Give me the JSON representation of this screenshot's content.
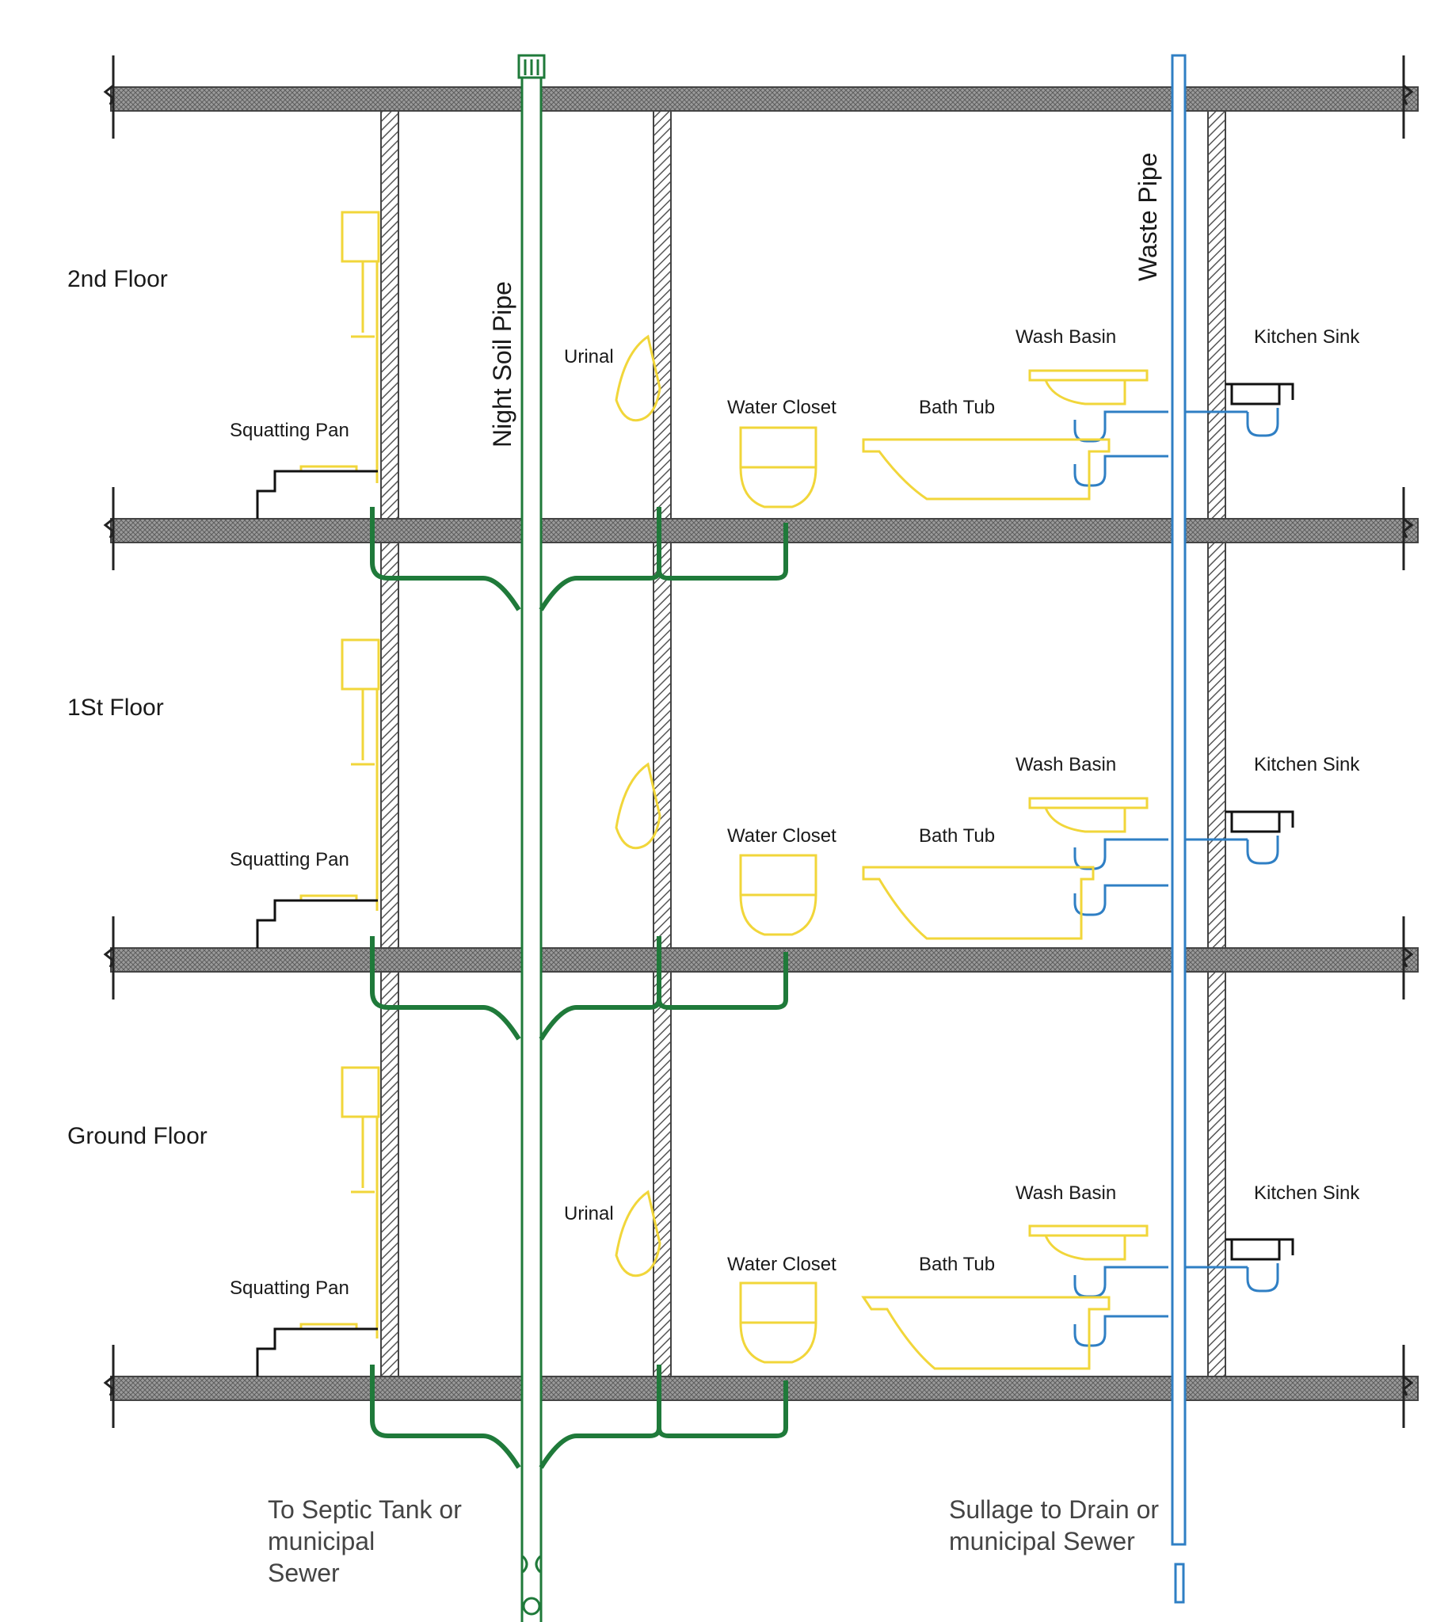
{
  "floors": {
    "second": "2nd Floor",
    "first": "1St Floor",
    "ground": "Ground Floor"
  },
  "pipes": {
    "night_soil": "Night Soil Pipe",
    "waste": "Waste Pipe"
  },
  "fixtures": {
    "squatting_pan": "Squatting Pan",
    "urinal": "Urinal",
    "water_closet": "Water Closet",
    "bath_tub": "Bath Tub",
    "wash_basin": "Wash Basin",
    "kitchen_sink": "Kitchen Sink"
  },
  "outlets": {
    "soil": [
      "To Septic Tank or",
      "municipal",
      "Sewer"
    ],
    "sullage": [
      "Sullage to Drain or",
      "municipal Sewer"
    ]
  },
  "colors": {
    "soil_pipe": "#1f7a3a",
    "waste_pipe": "#2f7fc4",
    "fixtures": "#f1d63a",
    "slab": "#8c8c8c",
    "wall": "#555555"
  }
}
